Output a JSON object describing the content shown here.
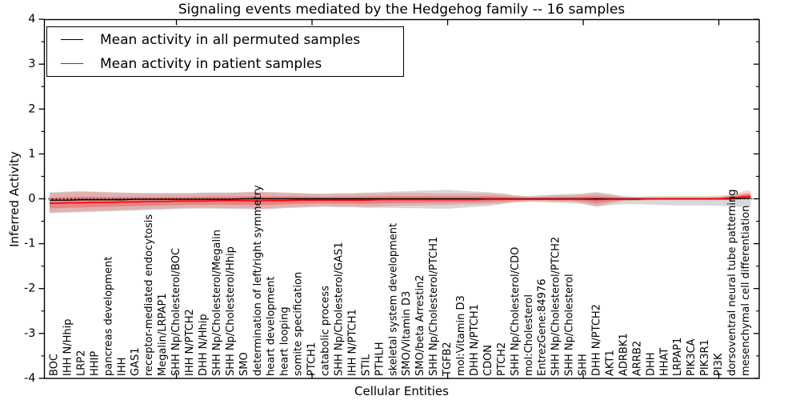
{
  "chart_data": {
    "type": "line",
    "title": "Signaling events mediated by the Hedgehog family -- 16 samples",
    "xlabel": "Cellular Entities",
    "ylabel": "Inferred Activity",
    "ylim": [
      -4,
      4
    ],
    "yticks": [
      -4,
      -3,
      -2,
      -1,
      0,
      1,
      2,
      3,
      4
    ],
    "y_minor_step": 0.5,
    "x_major_tick_indices": [
      9,
      19,
      29,
      39,
      49
    ],
    "grid": false,
    "legend_position": "upper left",
    "zero_line": 0,
    "categories": [
      "BOC",
      "IHH N/Hhip",
      "LRP2",
      "HHIP",
      "pancreas development",
      "IHH",
      "GAS1",
      "receptor-mediated endocytosis",
      "Megalin/LRPAP1",
      "SHH Np/Cholesterol/BOC",
      "IHH N/PTCH2",
      "DHH N/Hhip",
      "SHH Np/Cholesterol/Megalin",
      "SHH Np/Cholesterol/Hhip",
      "SMO",
      "determination of left/right symmetry",
      "heart development",
      "heart looping",
      "somite specification",
      "PTCH1",
      "catabolic process",
      "SHH Np/Cholesterol/GAS1",
      "IHH N/PTCH1",
      "STIL",
      "PTHLH",
      "skeletal system development",
      "SMO/Vitamin D3",
      "SMO/beta Arrestin2",
      "SHH Np/Cholesterol/PTCH1",
      "TGFB2",
      "mol:Vitamin D3",
      "DHH N/PTCH1",
      "CDON",
      "PTCH2",
      "SHH Np/Cholesterol/CDO",
      "mol:Cholesterol",
      "EntrezGene:84976",
      "SHH Np/Cholesterol/PTCH2",
      "SHH Np/Cholesterol",
      "SHH",
      "DHH N/PTCH2",
      "AKT1",
      "ADRBK1",
      "ARRB2",
      "DHH",
      "HHAT",
      "LRPAP1",
      "PIK3CA",
      "PIK3R1",
      "PI3K",
      "dorsoventral neural tube patterning",
      "mesenchymal cell differentiation"
    ],
    "series": [
      {
        "name": "Mean activity in all permuted samples",
        "color": "#000000",
        "values": [
          -0.03,
          -0.03,
          -0.02,
          -0.02,
          -0.02,
          -0.02,
          -0.01,
          -0.01,
          -0.01,
          -0.01,
          -0.01,
          -0.01,
          -0.01,
          -0.01,
          0,
          0,
          0,
          0,
          0,
          0,
          0,
          0,
          0,
          0,
          0,
          0,
          0,
          0,
          0,
          0,
          0,
          0,
          0,
          0,
          0,
          0,
          0,
          0,
          0,
          0,
          0,
          0,
          0,
          0,
          0,
          0,
          0,
          0,
          0,
          0,
          0,
          0.01
        ]
      },
      {
        "name": "Mean activity in patient samples",
        "color": "#ff0000",
        "values": [
          -0.1,
          -0.09,
          -0.09,
          -0.08,
          -0.08,
          -0.07,
          -0.07,
          -0.06,
          -0.06,
          -0.05,
          -0.05,
          -0.05,
          -0.04,
          -0.04,
          -0.04,
          -0.05,
          -0.04,
          -0.04,
          -0.03,
          -0.03,
          -0.03,
          -0.03,
          -0.03,
          -0.03,
          -0.02,
          -0.02,
          -0.02,
          -0.02,
          -0.02,
          -0.02,
          -0.02,
          -0.02,
          -0.01,
          -0.01,
          -0.01,
          -0.01,
          -0.01,
          -0.01,
          -0.01,
          -0.01,
          -0.02,
          -0.01,
          -0.01,
          -0.01,
          0,
          0,
          0,
          0,
          0,
          0,
          0.02,
          0.05
        ]
      }
    ],
    "bands": [
      {
        "name": "permuted-samples-std-band",
        "color": "#999999",
        "opacity": 0.38,
        "top": [
          0.15,
          0.16,
          0.17,
          0.16,
          0.15,
          0.14,
          0.13,
          0.13,
          0.13,
          0.13,
          0.13,
          0.14,
          0.14,
          0.14,
          0.15,
          0.16,
          0.15,
          0.14,
          0.13,
          0.12,
          0.12,
          0.13,
          0.13,
          0.14,
          0.15,
          0.16,
          0.17,
          0.18,
          0.19,
          0.2,
          0.18,
          0.16,
          0.15,
          0.12,
          0.08,
          0.06,
          0.08,
          0.1,
          0.11,
          0.12,
          0.15,
          0.11,
          0.06,
          0.05,
          0.06,
          0.06,
          0.06,
          0.06,
          0.06,
          0.07,
          0.08,
          0.1
        ],
        "bottom": [
          -0.32,
          -0.31,
          -0.3,
          -0.29,
          -0.28,
          -0.27,
          -0.26,
          -0.25,
          -0.24,
          -0.23,
          -0.22,
          -0.22,
          -0.22,
          -0.23,
          -0.23,
          -0.24,
          -0.23,
          -0.21,
          -0.2,
          -0.19,
          -0.18,
          -0.19,
          -0.19,
          -0.2,
          -0.2,
          -0.2,
          -0.21,
          -0.21,
          -0.22,
          -0.22,
          -0.2,
          -0.18,
          -0.16,
          -0.12,
          -0.08,
          -0.07,
          -0.08,
          -0.09,
          -0.1,
          -0.12,
          -0.18,
          -0.14,
          -0.12,
          -0.12,
          -0.13,
          -0.14,
          -0.15,
          -0.15,
          -0.15,
          -0.16,
          -0.17,
          -0.18
        ]
      },
      {
        "name": "patient-samples-std-band",
        "color": "#ff0000",
        "opacity": 0.18,
        "top": [
          0.13,
          0.15,
          0.16,
          0.15,
          0.14,
          0.13,
          0.13,
          0.12,
          0.12,
          0.12,
          0.12,
          0.13,
          0.13,
          0.13,
          0.14,
          0.15,
          0.14,
          0.13,
          0.12,
          0.11,
          0.1,
          0.11,
          0.11,
          0.12,
          0.12,
          0.13,
          0.13,
          0.13,
          0.12,
          0.12,
          0.12,
          0.12,
          0.12,
          0.1,
          0.07,
          0.05,
          0.06,
          0.08,
          0.08,
          0.1,
          0.13,
          0.09,
          0.04,
          0.03,
          0.03,
          0.03,
          0.03,
          0.03,
          0.03,
          0.04,
          0.1,
          0.18
        ],
        "bottom": [
          -0.3,
          -0.29,
          -0.28,
          -0.27,
          -0.26,
          -0.25,
          -0.24,
          -0.23,
          -0.22,
          -0.21,
          -0.2,
          -0.2,
          -0.2,
          -0.21,
          -0.21,
          -0.22,
          -0.21,
          -0.19,
          -0.18,
          -0.17,
          -0.16,
          -0.17,
          -0.17,
          -0.18,
          -0.17,
          -0.16,
          -0.15,
          -0.15,
          -0.14,
          -0.14,
          -0.13,
          -0.13,
          -0.12,
          -0.1,
          -0.07,
          -0.05,
          -0.05,
          -0.06,
          -0.06,
          -0.1,
          -0.16,
          -0.1,
          -0.05,
          -0.04,
          -0.03,
          -0.03,
          -0.03,
          -0.03,
          -0.03,
          -0.03,
          -0.02,
          0.0
        ]
      }
    ]
  },
  "colors": {
    "patient_line": "#ff0000",
    "permuted_line": "#000000",
    "axis": "#000000",
    "background": "#ffffff"
  }
}
